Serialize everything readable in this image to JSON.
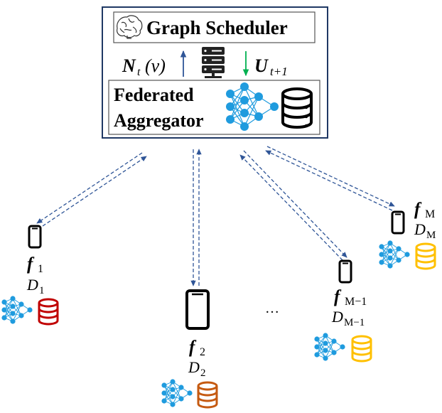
{
  "scheduler": {
    "title": "Graph Scheduler",
    "up_label": "N",
    "up_sub": "t",
    "up_arg": "(v)",
    "down_label": "U",
    "down_sub": "t+1",
    "aggregator_line1": "Federated",
    "aggregator_line2": "Aggregator"
  },
  "clients": [
    {
      "f": "f",
      "f_sub": "1",
      "d": "D",
      "d_sub": "1",
      "db_color": "#c00000"
    },
    {
      "f": "f",
      "f_sub": "2",
      "d": "D",
      "d_sub": "2",
      "db_color": "#c55a11"
    },
    {
      "f": "f",
      "f_sub": "M−1",
      "d": "D",
      "d_sub": "M−1",
      "db_color": "#ffc000"
    },
    {
      "f": "f",
      "f_sub": "M",
      "d": "D",
      "d_sub": "M",
      "db_color": "#ffc000"
    }
  ],
  "ellipsis": "…",
  "colors": {
    "box_border": "#1f3864",
    "link": "#2f5597",
    "up_arrow": "#2f5597",
    "down_arrow": "#00b050",
    "nn_node": "#1f9bde"
  },
  "icons": [
    "brain-icon",
    "server-icon",
    "neural-network-icon",
    "database-icon",
    "phone-icon"
  ]
}
